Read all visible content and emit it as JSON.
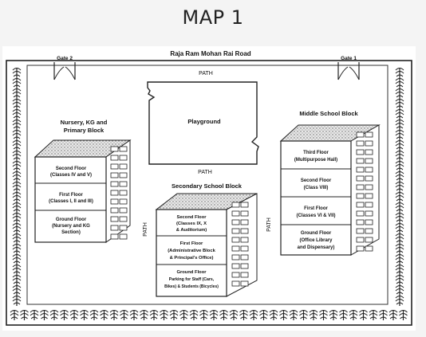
{
  "title": "MAP 1",
  "road": "Raja Ram Mohan Rai Road",
  "gates": {
    "left": "Gate 2",
    "right": "Gate 1"
  },
  "paths": {
    "top": "PATH",
    "middle": "PATH",
    "left_vertical": "PATH",
    "right_vertical": "PATH"
  },
  "playground": "Playground",
  "blocks": {
    "primary": {
      "name_line1": "Nursery, KG and",
      "name_line2": "Primary Block",
      "floors": [
        {
          "line1": "Second Floor",
          "line2": "(Classes IV and V)"
        },
        {
          "line1": "First Floor",
          "line2": "(Classes I, II and III)"
        },
        {
          "line1": "Ground Floor",
          "line2": "(Nursery and KG",
          "line3": "Section)"
        }
      ]
    },
    "secondary": {
      "name": "Secondary School Block",
      "floors": [
        {
          "line1": "Second Floor",
          "line2": "(Classes IX, X",
          "line3": "& Auditorium)"
        },
        {
          "line1": "First Floor",
          "line2": "(Administrative Block",
          "line3": "& Principal's Office)"
        },
        {
          "line1": "Ground Floor",
          "line2": "Parking for Staff (Cars,",
          "line3": "Bikes) & Students (Bicycles)"
        }
      ]
    },
    "middle": {
      "name": "Middle  School Block",
      "floors": [
        {
          "line1": "Third Floor",
          "line2": "(Multipurpose Hall)"
        },
        {
          "line1": "Second Floor",
          "line2": "(Class VIII)"
        },
        {
          "line1": "First Floor",
          "line2": "(Classes VI & VII)"
        },
        {
          "line1": "Ground Floor",
          "line2": "(Office Library",
          "line3": "and Dispensary)"
        }
      ]
    }
  }
}
